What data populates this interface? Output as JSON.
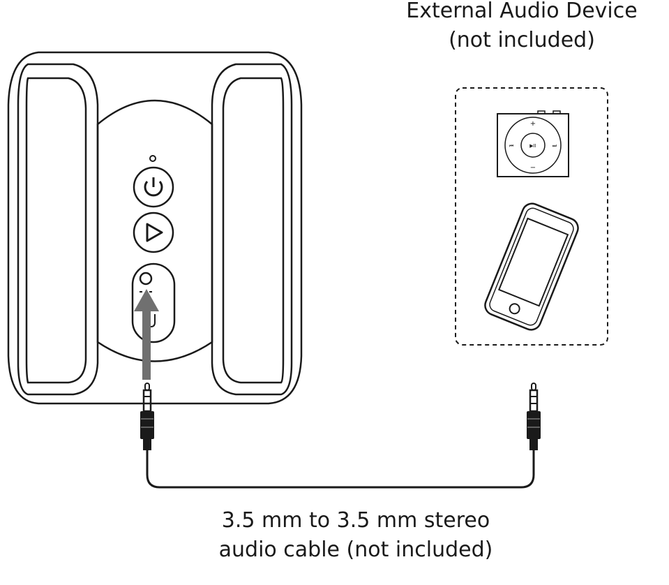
{
  "external_device": {
    "title_line1": "External Audio Device",
    "title_line2": "(not included)"
  },
  "cable": {
    "label_line1": "3.5 mm to 3.5 mm stereo",
    "label_line2": "audio cable (not included)"
  },
  "music_player_controls": {
    "plus": "+",
    "minus": "−",
    "play_pause": "▶II",
    "previous": "⏮",
    "next": "⏭"
  },
  "colors": {
    "line": "#1a1a1a",
    "arrow": "#707070",
    "background": "#ffffff"
  },
  "icons": [
    "power-icon",
    "play-icon",
    "aux-in-icon",
    "insert-arrow-icon"
  ]
}
